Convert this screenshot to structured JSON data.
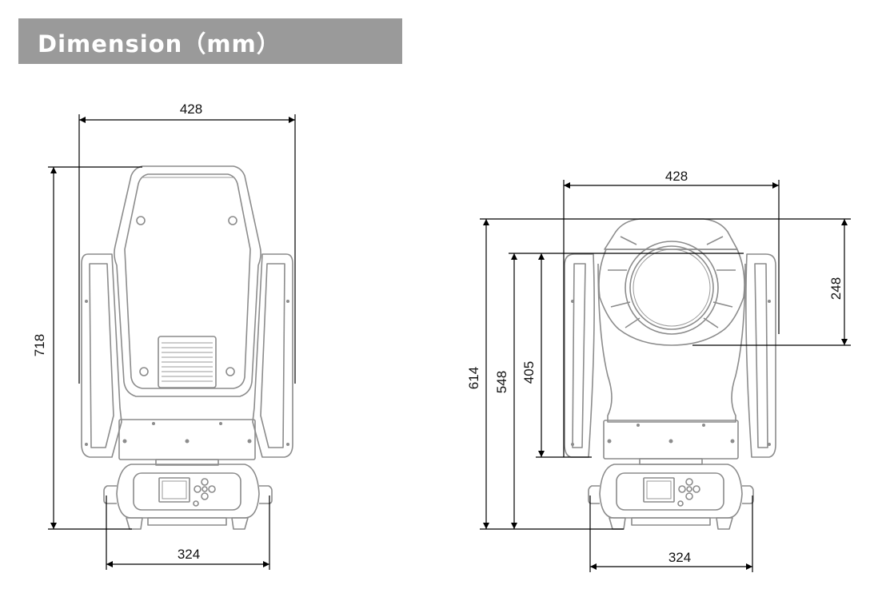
{
  "header": {
    "title": "Dimension（mm）"
  },
  "front_view": {
    "width_top": "428",
    "height_total": "718",
    "width_base": "324"
  },
  "side_view": {
    "width_top": "428",
    "height_total": "614",
    "height_arm": "548",
    "height_pivot": "405",
    "head_depth": "248",
    "width_base": "324"
  },
  "colors": {
    "header_bg": "#9a9a9a",
    "header_text": "#ffffff",
    "fixture_line": "#8c8c8c",
    "dimension_line": "#000000"
  }
}
